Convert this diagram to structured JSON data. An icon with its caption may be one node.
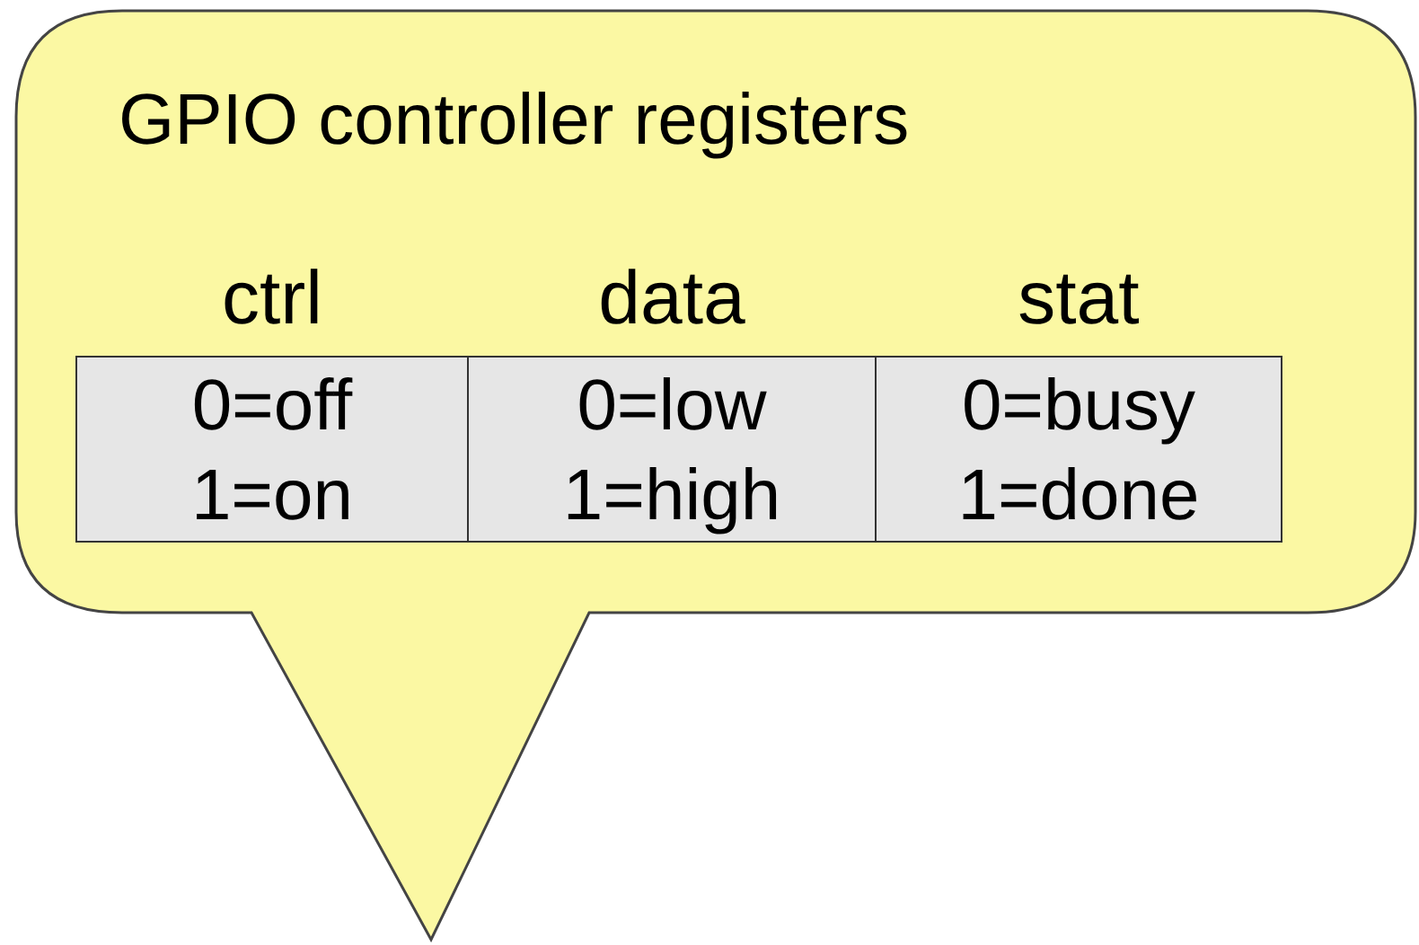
{
  "diagram": {
    "nodes": [
      {
        "text": [
          "GPIO controller registers"
        ]
      },
      {
        "text": [
          "ctrl",
          "0=off",
          "1=on"
        ],
        "in": 0
      },
      {
        "text": [
          "data",
          "0=low",
          "1=high"
        ],
        "in": 0
      },
      {
        "text": [
          "stat",
          "0=busy",
          "1=done"
        ],
        "in": 0
      }
    ]
  }
}
